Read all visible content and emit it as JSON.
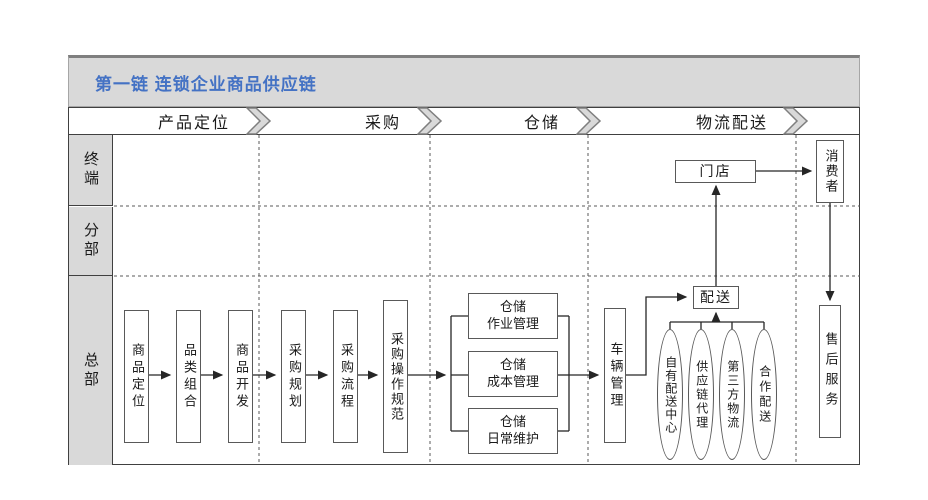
{
  "title": "第一链  连锁企业商品供应链",
  "stages": [
    "产品定位",
    "采购",
    "仓储",
    "物流配送"
  ],
  "row_labels": [
    "终端",
    "分部",
    "总部"
  ],
  "nodes": {
    "store": "门店",
    "consumer": "消费者",
    "chain": [
      "商品定位",
      "品类组合",
      "商品开发",
      "采购规划",
      "采购流程",
      "采购操作规范"
    ],
    "warehouse": [
      {
        "l1": "仓储",
        "l2": "作业管理"
      },
      {
        "l1": "仓储",
        "l2": "成本管理"
      },
      {
        "l1": "仓储",
        "l2": "日常维护"
      }
    ],
    "vehicle": "车辆管理",
    "delivery": "配送",
    "delivery_channels": [
      "自有配送中心",
      "供应链代理",
      "第三方物流",
      "合作配送"
    ],
    "after_sales": "售后服务"
  },
  "colors": {
    "title_accent": "#4472C4",
    "panel_gray": "#D9D9D9",
    "line": "#404040",
    "chevron_fill": "#D9D9D9"
  }
}
